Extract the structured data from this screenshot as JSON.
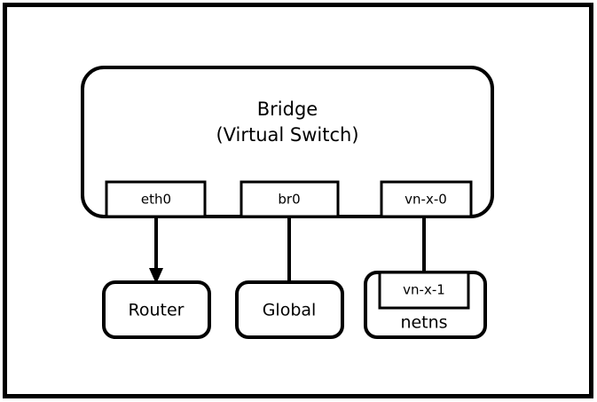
{
  "diagram": {
    "title_line1": "Bridge",
    "title_line2": "(Virtual Switch)",
    "frame": {
      "stroke": "#000000",
      "background": "#ffffff"
    },
    "bridge": {
      "name": "bridge-virtual-switch",
      "label_line1": "Bridge",
      "label_line2": "(Virtual Switch)",
      "ports": [
        {
          "id": "eth0",
          "label": "eth0"
        },
        {
          "id": "br0",
          "label": "br0"
        },
        {
          "id": "vn-x-0",
          "label": "vn-x-0"
        }
      ]
    },
    "endpoints": [
      {
        "id": "router",
        "label": "Router"
      },
      {
        "id": "global",
        "label": "Global"
      },
      {
        "id": "netns",
        "label": "netns",
        "inner_label": "vn-x-1"
      }
    ],
    "connections": [
      {
        "from": "eth0",
        "to": "router",
        "arrow": "true"
      },
      {
        "from": "br0",
        "to": "global",
        "arrow": "false"
      },
      {
        "from": "vn-x-0",
        "to": "vn-x-1",
        "arrow": "false"
      }
    ]
  }
}
